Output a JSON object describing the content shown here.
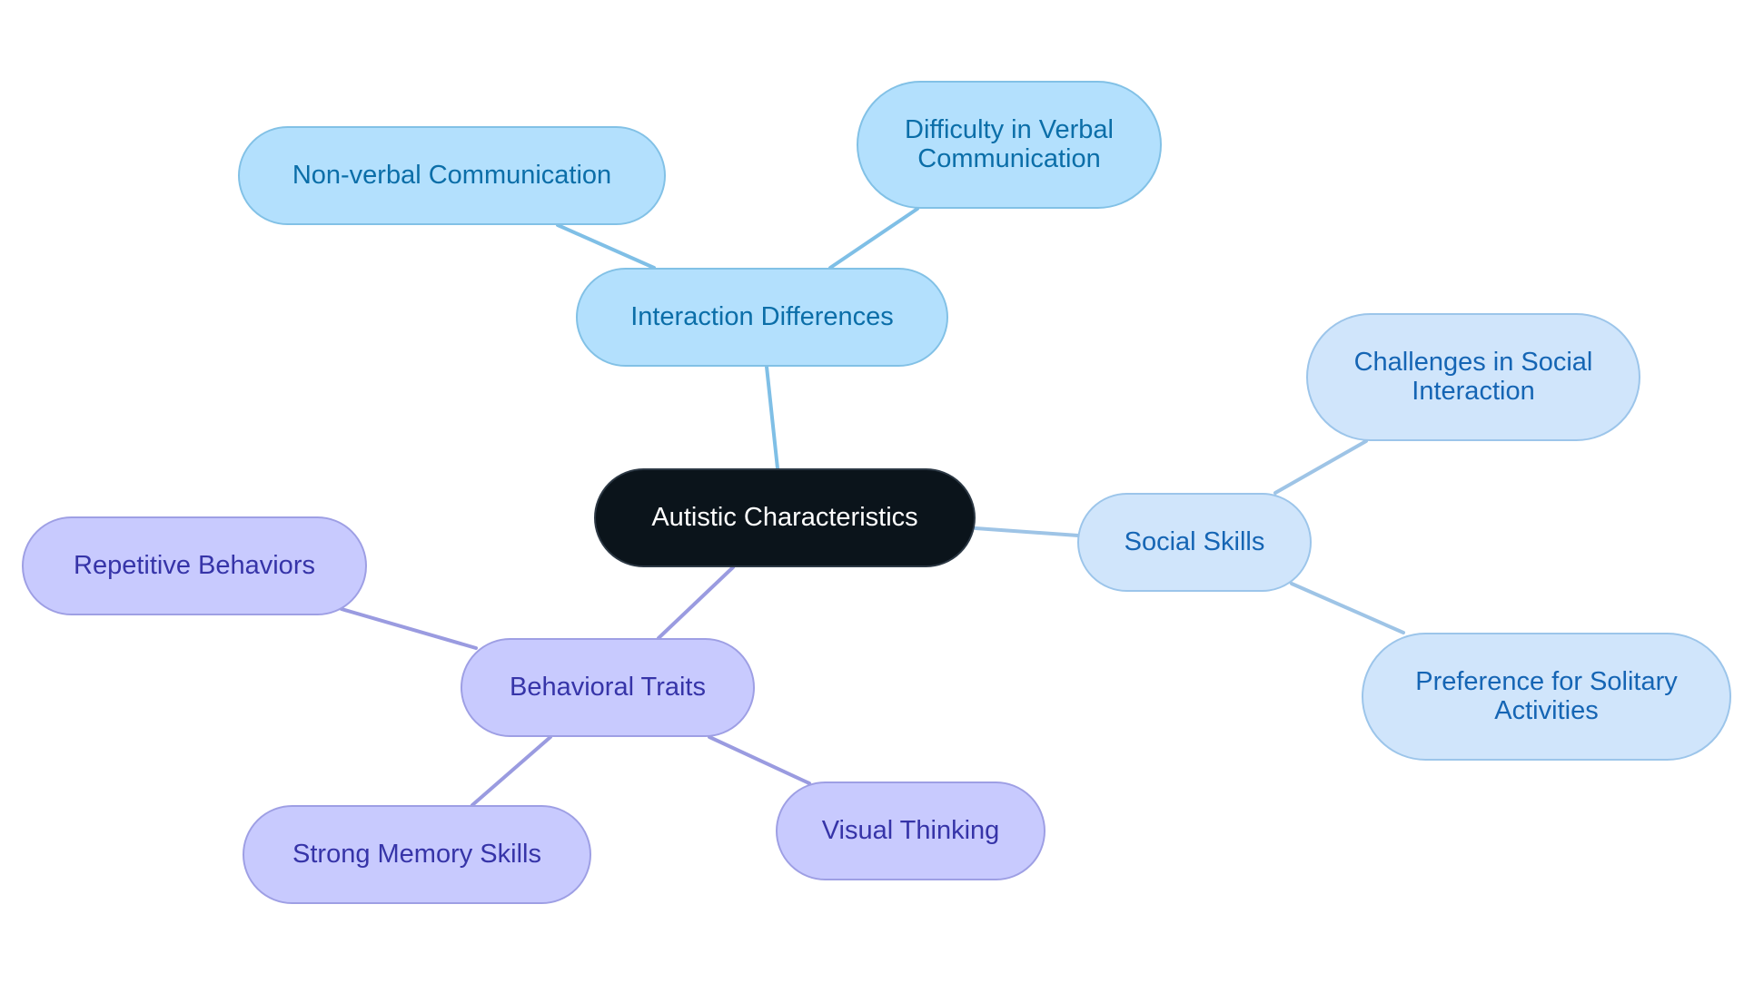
{
  "diagram": {
    "type": "mind-map",
    "root": {
      "label": "Autistic Characteristics"
    },
    "branches": [
      {
        "label": "Interaction Differences",
        "color": "#b3e0fd",
        "children": [
          {
            "label": "Non-verbal Communication"
          },
          {
            "label": "Difficulty in Verbal Communication"
          }
        ]
      },
      {
        "label": "Social Skills",
        "color": "#d0e5fb",
        "children": [
          {
            "label": "Challenges in Social Interaction"
          },
          {
            "label": "Preference for Solitary Activities"
          }
        ]
      },
      {
        "label": "Behavioral Traits",
        "color": "#c8cafe",
        "children": [
          {
            "label": "Repetitive Behaviors"
          },
          {
            "label": "Strong Memory Skills"
          },
          {
            "label": "Visual Thinking"
          }
        ]
      }
    ],
    "colors": {
      "root_fill": "#0b141b",
      "interaction_edge": "#7fbfe6",
      "social_edge": "#9ec4e6",
      "behavioral_edge": "#9a9be0"
    }
  }
}
